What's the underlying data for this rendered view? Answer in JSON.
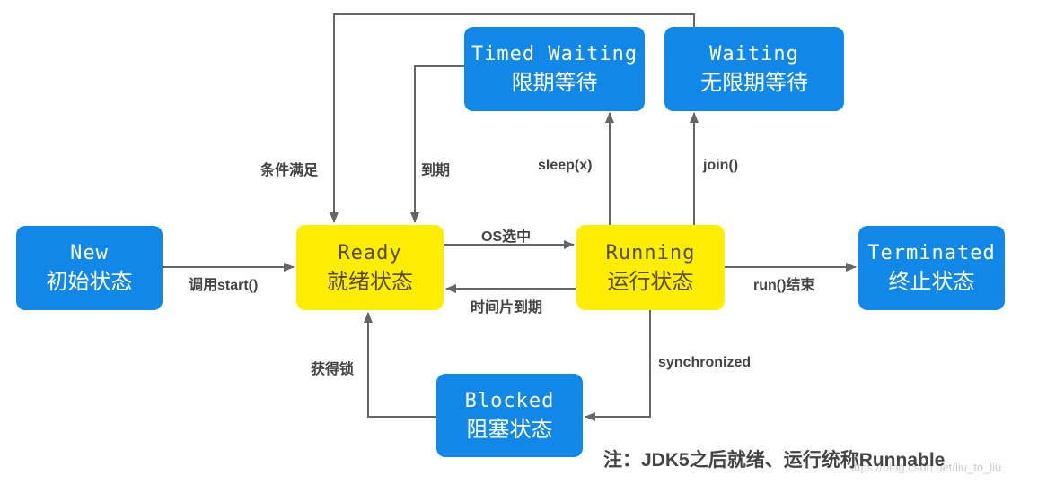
{
  "states": {
    "new": {
      "en": "New",
      "zh": "初始状态"
    },
    "ready": {
      "en": "Ready",
      "zh": "就绪状态"
    },
    "running": {
      "en": "Running",
      "zh": "运行状态"
    },
    "terminated": {
      "en": "Terminated",
      "zh": "终止状态"
    },
    "timed_waiting": {
      "en": "Timed Waiting",
      "zh": "限期等待"
    },
    "waiting": {
      "en": "Waiting",
      "zh": "无限期等待"
    },
    "blocked": {
      "en": "Blocked",
      "zh": "阻塞状态"
    }
  },
  "transitions": {
    "call_start": "调用start()",
    "os_selected": "OS选中",
    "time_slice_expired": "时间片到期",
    "run_finished": "run()结束",
    "sleep": "sleep(x)",
    "join": "join()",
    "expired": "到期",
    "condition_met": "条件满足",
    "synchronized": "synchronized",
    "acquire_lock": "获得锁"
  },
  "note": "注：JDK5之后就绪、运行统称Runnable",
  "watermark": "https://blog.csdn.net/liu_to_liu",
  "colors": {
    "blue_box": "#1187e8",
    "yellow_box": "#ffee00",
    "arrow": "#666666",
    "label": "#444444"
  }
}
